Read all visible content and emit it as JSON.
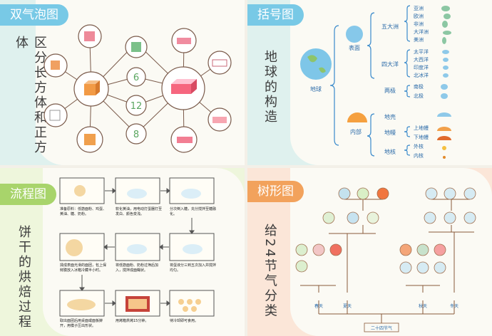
{
  "panels": {
    "bubble": {
      "tag": "双气泡图",
      "title": "区分长方体和正方体",
      "shared": [
        "6",
        "12",
        "8"
      ],
      "tag_color": "#78c9e6"
    },
    "brace": {
      "tag": "括号图",
      "title": "地球的构造",
      "root": "地球",
      "surface": "表面",
      "inner": "内部",
      "continents_label": "五大洲",
      "continents": [
        "亚洲",
        "欧洲",
        "非洲",
        "大洋洲",
        "美洲"
      ],
      "oceans_label": "四大洋",
      "oceans": [
        "太平洋",
        "大西洋",
        "印度洋",
        "北冰洋"
      ],
      "poles_label": "两极",
      "poles": [
        "南极",
        "北极"
      ],
      "crust": "地壳",
      "mantle": "地幔",
      "mantle_parts": [
        "上地幔",
        "下地幔"
      ],
      "core": "地核",
      "core_parts": [
        "外核",
        "内核"
      ],
      "tag_color": "#78c9e6"
    },
    "flow": {
      "tag": "流程图",
      "title": "饼干的烘焙过程",
      "steps": [
        "准备原料：低筋面粉、鸡蛋、黄油、糖、奶粉。",
        "软化黄油，用电动打蛋器打至发白、颜色变浅。",
        "分次倒入糖，充分搅拌至糖融化。",
        "将蛋液分三到五次加入并搅拌均匀。",
        "将低筋面粉、奶粉过筛后加入，搅拌成面糊状。",
        "揉成表面光滑的面团，包上保鲜膜放入冰箱冷藏半小时。",
        "取出面团后用桌面或面板擀开，用模子压出形状。",
        "用烤箱烘烤15分钟。",
        "待冷却即可食用。"
      ],
      "tag_color": "#a8d46b"
    },
    "tree": {
      "tag": "树形图",
      "title": "给24节气分类",
      "root": "二十四节气",
      "seasons": [
        "春天",
        "夏天",
        "秋天",
        "冬天"
      ],
      "tag_color": "#f2a25c"
    }
  }
}
